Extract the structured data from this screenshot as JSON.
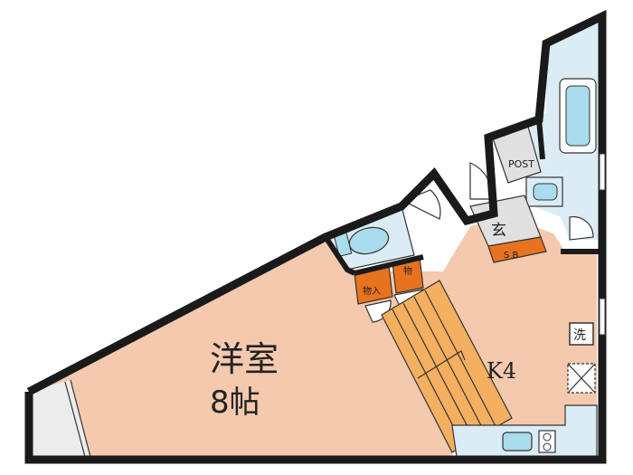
{
  "colors": {
    "room_floor": "#f4c9ad",
    "wet_area": "#dcecf5",
    "entrance": "#e0e0e0",
    "storage": "#e8731f",
    "stairs": "#f4b060",
    "balcony": "#ececec",
    "wall": "#1a1a1a",
    "fixture": "#a9dcec"
  },
  "labels": {
    "western_room": "洋室",
    "western_room_size": "8帖",
    "kitchen": "K4",
    "entrance": "玄",
    "shoe_box": "S B",
    "post": "POST",
    "closet_1": "物入",
    "closet_2": "物",
    "washer": "洗"
  },
  "icons": {
    "fridge": "fridge-cross-icon",
    "washer": "washer-icon",
    "toilet": "toilet-icon",
    "bathtub": "bathtub-icon",
    "sink": "sink-icon",
    "stove": "stove-icon"
  }
}
